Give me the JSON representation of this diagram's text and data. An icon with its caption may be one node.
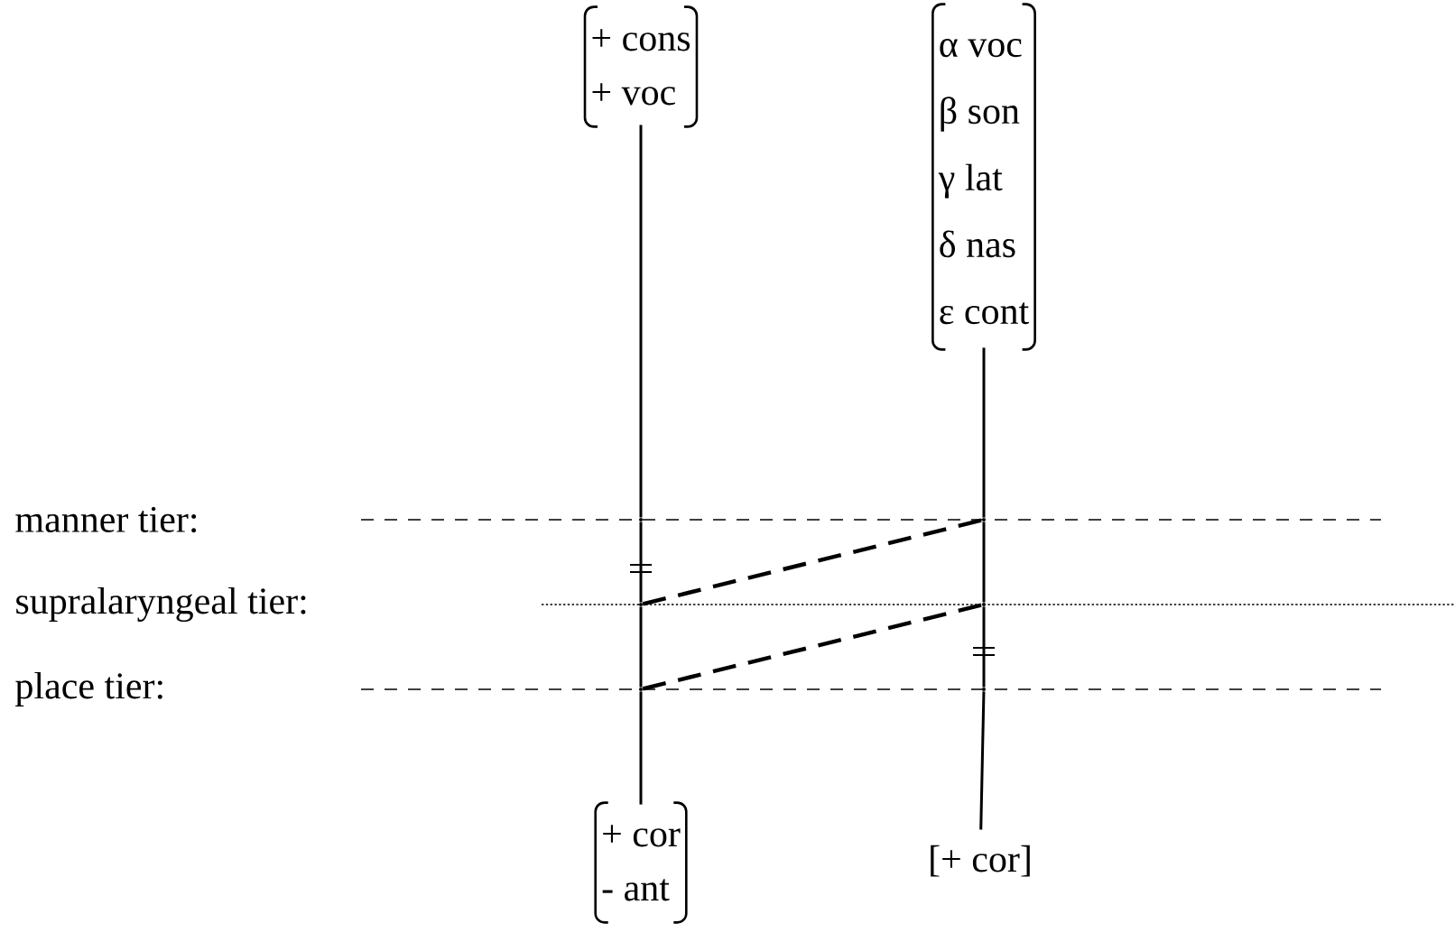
{
  "diagram": {
    "nodes": [
      {
        "text": [
          "+ cons",
          "+ voc"
        ]
      },
      {
        "text": [
          "α voc",
          "β son",
          "γ lat",
          "δ nas",
          "ε cont"
        ]
      },
      {
        "text": [
          "+ cor",
          "- ant"
        ]
      },
      {
        "text": [
          "[+ cor]"
        ]
      },
      {
        "text": [],
        "shape": "dot"
      },
      {
        "text": [],
        "shape": "dot"
      },
      {
        "text": [],
        "shape": "dot"
      },
      {
        "text": [],
        "shape": "dot"
      },
      {
        "text": [],
        "shape": "dot"
      },
      {
        "text": [],
        "shape": "dot"
      }
    ],
    "edges": [
      {
        "from": 0,
        "to": 4,
        "arrow": "none"
      },
      {
        "from": 4,
        "to": 5,
        "arrow": "none"
      },
      {
        "from": 5,
        "to": 6,
        "arrow": "none"
      },
      {
        "from": 6,
        "to": 2,
        "arrow": "none"
      },
      {
        "from": 1,
        "to": 7,
        "arrow": "none"
      },
      {
        "from": 7,
        "to": 8,
        "arrow": "none"
      },
      {
        "from": 8,
        "to": 9,
        "arrow": "none"
      },
      {
        "from": 9,
        "to": 3,
        "arrow": "none"
      },
      {
        "from": 5,
        "to": 7,
        "arrow": "none",
        "style": "dashed"
      },
      {
        "from": 6,
        "to": 8,
        "arrow": "none",
        "style": "dashed"
      }
    ],
    "labels": [
      "manner tier:",
      "supralaryngeal tier:",
      "place tier:"
    ]
  }
}
